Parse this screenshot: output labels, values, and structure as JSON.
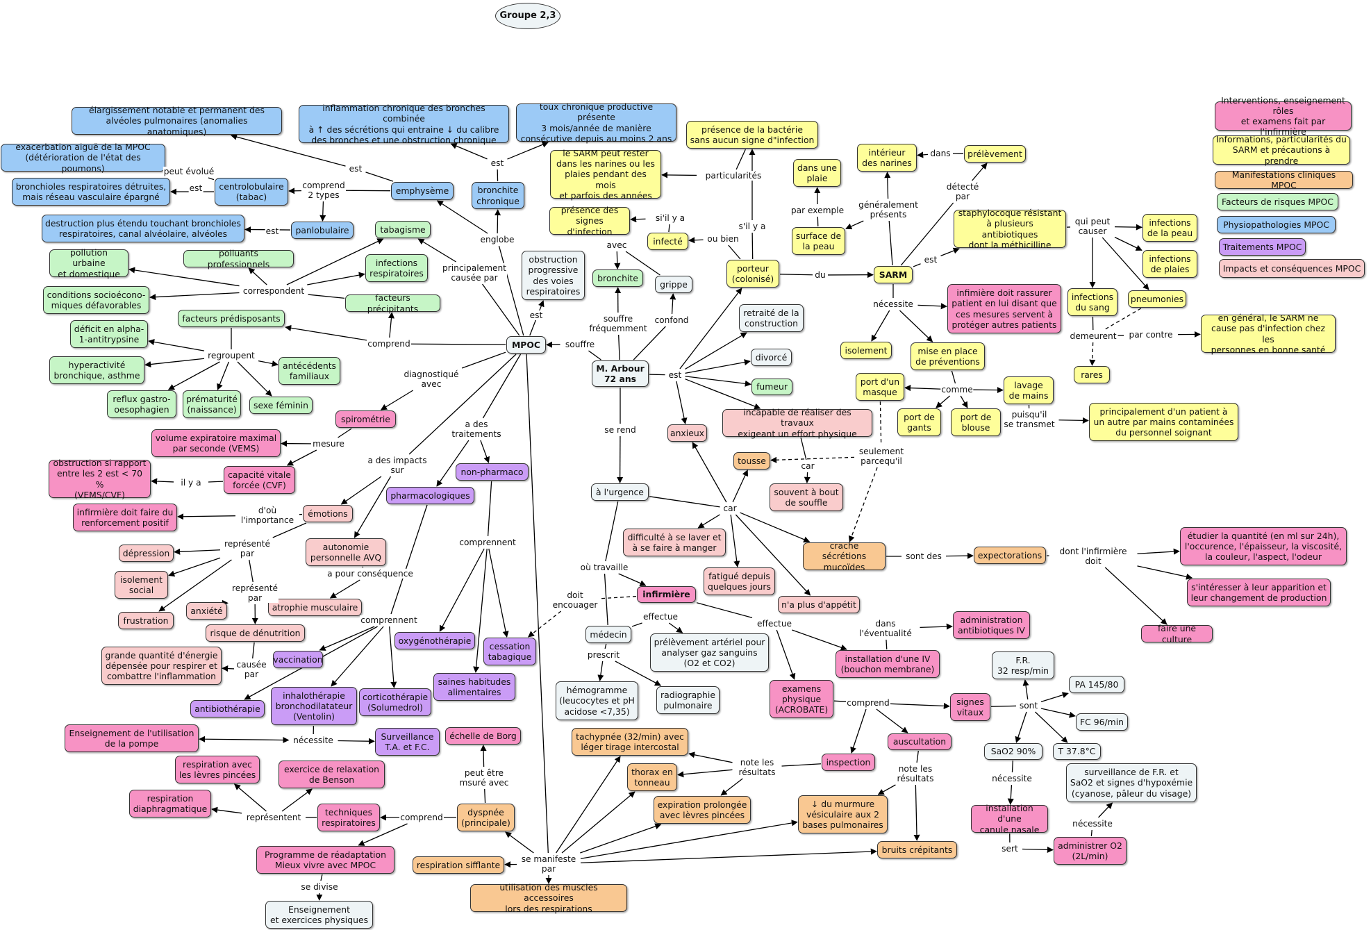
{
  "colors": {
    "blue": "#9ccaf6",
    "green": "#c6f5c6",
    "yellow": "#fefe9a",
    "pink": "#f792c4",
    "lightpink": "#f9cccc",
    "orange": "#f9c892",
    "purple": "#ca9cf6",
    "gray": "#eef4f6",
    "edge": "#000000"
  },
  "nodes": [
    {
      "id": "title",
      "text": "Groupe 2,3",
      "c": "gray",
      "shape": "ellipse",
      "bold": true
    },
    {
      "id": "mpoc",
      "text": "MPOC",
      "c": "gray",
      "bold": true
    },
    {
      "id": "arbour",
      "text": "M. Arbour\n72 ans",
      "c": "gray",
      "bold": true
    },
    {
      "id": "sarm",
      "text": "SARM",
      "c": "yellow",
      "bold": true
    },
    {
      "id": "infirmiere",
      "text": "infirmière",
      "c": "pink",
      "bold": true
    },
    {
      "id": "emphyseme",
      "text": "emphysème",
      "c": "blue"
    },
    {
      "id": "elargissement",
      "text": "élargissement notable et permanent des\nalvéoles pulmonaires (anomalies anatomiques)",
      "c": "blue"
    },
    {
      "id": "exacerbation",
      "text": "exacerbation aiguë de la MPOC\n(détérioration de l'état des poumons)",
      "c": "blue"
    },
    {
      "id": "bronchioles",
      "text": "bronchioles respiratoires détruites,\nmais réseau vasculaire épargné",
      "c": "blue"
    },
    {
      "id": "centrolobulaire",
      "text": "centrolobulaire\n(tabac)",
      "c": "blue"
    },
    {
      "id": "panlobulaire",
      "text": "panlobulaire",
      "c": "blue"
    },
    {
      "id": "destruction",
      "text": "destruction plus étendu touchant bronchioles\nrespiratoires, canal alvéolaire, alvéoles",
      "c": "blue"
    },
    {
      "id": "inflammation",
      "text": "inflammation chronique des bronches combinée\nà ↑ des sécrétions qui entraine ↓ du calibre\ndes bronches et une obstruction chronique",
      "c": "blue"
    },
    {
      "id": "toux",
      "text": "toux chronique productive présente\n3 mois/année de manière\nconsécutive depuis au moins 2 ans",
      "c": "blue"
    },
    {
      "id": "bronchite_chr",
      "text": "bronchite\nchronique",
      "c": "blue"
    },
    {
      "id": "tabagisme",
      "text": "tabagisme",
      "c": "green"
    },
    {
      "id": "pollution",
      "text": "pollution urbaine\net domestique",
      "c": "green"
    },
    {
      "id": "polluants",
      "text": "polluants professionnels",
      "c": "green"
    },
    {
      "id": "infections_resp",
      "text": "infections\nrespiratoires",
      "c": "green"
    },
    {
      "id": "conditions",
      "text": "conditions socioécono-\nmiques défavorables",
      "c": "green"
    },
    {
      "id": "precipitants",
      "text": "facteurs précipitants",
      "c": "green"
    },
    {
      "id": "predisposants",
      "text": "facteurs prédisposants",
      "c": "green"
    },
    {
      "id": "deficit",
      "text": "déficit en alpha-\n1-antitrypsine",
      "c": "green"
    },
    {
      "id": "hyperactivite",
      "text": "hyperactivité\nbronchique, asthme",
      "c": "green"
    },
    {
      "id": "antecedents",
      "text": "antécédents\nfamiliaux",
      "c": "green"
    },
    {
      "id": "reflux",
      "text": "reflux gastro-\noesophagien",
      "c": "green"
    },
    {
      "id": "prematurite",
      "text": "prématurité\n(naissance)",
      "c": "green"
    },
    {
      "id": "sexe",
      "text": "sexe féminin",
      "c": "green"
    },
    {
      "id": "bronchite",
      "text": "bronchite",
      "c": "green"
    },
    {
      "id": "fumeur",
      "text": "fumeur",
      "c": "green"
    },
    {
      "id": "obstruction_prog",
      "text": "obstruction\nprogressive\ndes voies\nrespiratoires",
      "c": "gray"
    },
    {
      "id": "grippe",
      "text": "grippe",
      "c": "gray"
    },
    {
      "id": "retraite",
      "text": "retraité de la\nconstruction",
      "c": "gray"
    },
    {
      "id": "divorce",
      "text": "divorcé",
      "c": "gray"
    },
    {
      "id": "urgence",
      "text": "à l'urgence",
      "c": "gray"
    },
    {
      "id": "medecin",
      "text": "médecin",
      "c": "gray"
    },
    {
      "id": "prelevement_art",
      "text": "prélèvement artériel pour\nanalyser gaz sanguins\n(O2 et CO2)",
      "c": "gray"
    },
    {
      "id": "hemogramme",
      "text": "hémogramme\n(leucocytes et pH\nacidose <7,35)",
      "c": "gray"
    },
    {
      "id": "radiographie",
      "text": "radiographie\npulmonaire",
      "c": "gray"
    },
    {
      "id": "fr",
      "text": "F.R.\n32 resp/min",
      "c": "gray"
    },
    {
      "id": "pa",
      "text": "PA 145/80",
      "c": "gray"
    },
    {
      "id": "fc",
      "text": "FC 96/min",
      "c": "gray"
    },
    {
      "id": "t",
      "text": "T 37.8°C",
      "c": "gray"
    },
    {
      "id": "sao2",
      "text": "SaO2 90%",
      "c": "gray"
    },
    {
      "id": "surveillance_fr",
      "text": "surveillance de F.R. et\nSaO2 et signes d'hypoxémie\n(cyanose, pâleur du visage)",
      "c": "gray"
    },
    {
      "id": "enseignement_ex",
      "text": "Enseignement\net exercices physiques",
      "c": "gray"
    },
    {
      "id": "presence_bact",
      "text": "présence de la bactérie\nsans aucun signe d\"infection",
      "c": "yellow"
    },
    {
      "id": "sarm_narines",
      "text": "le SARM peut rester\ndans les narines ou les\nplaies pendant des mois\net parfois des années",
      "c": "yellow"
    },
    {
      "id": "presence_signes",
      "text": "présence des\nsignes d'infection",
      "c": "yellow"
    },
    {
      "id": "infecte",
      "text": "infecté",
      "c": "yellow"
    },
    {
      "id": "porteur",
      "text": "porteur\n(colonisé)",
      "c": "yellow"
    },
    {
      "id": "interieur",
      "text": "intérieur\ndes narines",
      "c": "yellow"
    },
    {
      "id": "prelevement",
      "text": "prélèvement",
      "c": "yellow"
    },
    {
      "id": "dans_plaie",
      "text": "dans une\nplaie",
      "c": "yellow"
    },
    {
      "id": "surface_peau",
      "text": "surface de\nla peau",
      "c": "yellow"
    },
    {
      "id": "staphylo",
      "text": "staphylocoque résistant\nà plusieurs antibiotiques\ndont la méthicilline",
      "c": "yellow"
    },
    {
      "id": "inf_peau",
      "text": "infections\nde la peau",
      "c": "yellow"
    },
    {
      "id": "inf_plaies",
      "text": "infections\nde plaies",
      "c": "yellow"
    },
    {
      "id": "inf_sang",
      "text": "infections\ndu sang",
      "c": "yellow"
    },
    {
      "id": "pneumonies",
      "text": "pneumonies",
      "c": "yellow"
    },
    {
      "id": "rares",
      "text": "rares",
      "c": "yellow"
    },
    {
      "id": "en_general",
      "text": "en général, le SARM ne\ncause pas d'infection chez les\npersonnes en bonne santé",
      "c": "yellow"
    },
    {
      "id": "isolement",
      "text": "isolement",
      "c": "yellow"
    },
    {
      "id": "mise_en_place",
      "text": "mise en place\nde préventions",
      "c": "yellow"
    },
    {
      "id": "port_masque",
      "text": "port d'un\nmasque",
      "c": "yellow"
    },
    {
      "id": "lavage",
      "text": "lavage\nde mains",
      "c": "yellow"
    },
    {
      "id": "port_gants",
      "text": "port de\ngants",
      "c": "yellow"
    },
    {
      "id": "port_blouse",
      "text": "port de\nblouse",
      "c": "yellow"
    },
    {
      "id": "principalement",
      "text": "principalement d'un patient à\nun autre par mains contaminées\ndu personnel soignant",
      "c": "yellow"
    },
    {
      "id": "infirmiere_rassurer",
      "text": "infimière doit rassurer\npatient en lui disant que\nces mesures servent à\nprotéger autres patients",
      "c": "pink"
    },
    {
      "id": "spirometrie",
      "text": "spirométrie",
      "c": "pink"
    },
    {
      "id": "vems",
      "text": "volume expiratoire maximal\npar seconde (VEMS)",
      "c": "pink"
    },
    {
      "id": "cvf",
      "text": "capacité vitale\nforcée (CVF)",
      "c": "pink"
    },
    {
      "id": "obstruction_rapport",
      "text": "obstruction si rapport\nentre les 2 est < 70 %\n(VEMS/CVF)",
      "c": "pink"
    },
    {
      "id": "renforcement",
      "text": "infirmière doit faire du\nrenforcement positif",
      "c": "pink"
    },
    {
      "id": "etudier",
      "text": "étudier la quantité (en ml sur 24h),\nl'occurence, l'épaisseur, la viscosité,\nla couleur, l'aspect, l'odeur",
      "c": "pink"
    },
    {
      "id": "sinteresser",
      "text": "s'intéresser à leur apparition et\nleur changement de production",
      "c": "pink"
    },
    {
      "id": "culture",
      "text": "faire une culture",
      "c": "pink"
    },
    {
      "id": "admin_antibio",
      "text": "administration\nantibiotiques IV",
      "c": "pink"
    },
    {
      "id": "installation_iv",
      "text": "installation d'une IV\n(bouchon membrane)",
      "c": "pink"
    },
    {
      "id": "examens",
      "text": "examens\nphysique\n(ACROBATE)",
      "c": "pink"
    },
    {
      "id": "signes_vitaux",
      "text": "signes\nvitaux",
      "c": "pink"
    },
    {
      "id": "auscultation",
      "text": "auscultation",
      "c": "pink"
    },
    {
      "id": "inspection",
      "text": "inspection",
      "c": "pink"
    },
    {
      "id": "canule",
      "text": "installation d'une\ncanule nasale",
      "c": "pink"
    },
    {
      "id": "admin_o2",
      "text": "administrer O2\n(2L/min)",
      "c": "pink"
    },
    {
      "id": "enseignement_pompe",
      "text": "Enseignement de l'utilisation\nde la pompe",
      "c": "pink"
    },
    {
      "id": "resp_levres",
      "text": "respiration avec\nles lèvres pincées",
      "c": "pink"
    },
    {
      "id": "exercice_benson",
      "text": "exercice de relaxation\nde Benson",
      "c": "pink"
    },
    {
      "id": "resp_diaph",
      "text": "respiration\ndiaphragmatique",
      "c": "pink"
    },
    {
      "id": "techniques",
      "text": "techniques\nrespiratoires",
      "c": "pink"
    },
    {
      "id": "programme",
      "text": "Programme de réadaptation\nMieux vivre avec MPOC",
      "c": "pink"
    },
    {
      "id": "echelle_borg",
      "text": "échelle de Borg",
      "c": "pink"
    },
    {
      "id": "emotions",
      "text": "émotions",
      "c": "lightpink"
    },
    {
      "id": "depression",
      "text": "dépression",
      "c": "lightpink"
    },
    {
      "id": "isolement_social",
      "text": "isolement\nsocial",
      "c": "lightpink"
    },
    {
      "id": "anxiete",
      "text": "anxiété",
      "c": "lightpink"
    },
    {
      "id": "frustration",
      "text": "frustration",
      "c": "lightpink"
    },
    {
      "id": "autonomie",
      "text": "autonomie\npersonnelle AVQ",
      "c": "lightpink"
    },
    {
      "id": "atrophie",
      "text": "atrophie musculaire",
      "c": "lightpink"
    },
    {
      "id": "risque_denut",
      "text": "risque de dénutrition",
      "c": "lightpink"
    },
    {
      "id": "grande_quantite",
      "text": "grande quantité d'énergie\ndépensée pour respirer et\ncombattre l'inflammation",
      "c": "lightpink"
    },
    {
      "id": "anxieux",
      "text": "anxieux",
      "c": "lightpink"
    },
    {
      "id": "incapable",
      "text": "incapable de réaliser des travaux\nexigeant un effort physique",
      "c": "lightpink"
    },
    {
      "id": "souvent_bout",
      "text": "souvent à bout\nde souffle",
      "c": "lightpink"
    },
    {
      "id": "difficulte",
      "text": "difficulté à se laver et\nà se faire à manger",
      "c": "lightpink"
    },
    {
      "id": "fatigue",
      "text": "fatigué depuis\nquelques jours",
      "c": "lightpink"
    },
    {
      "id": "nappetit",
      "text": "n'a plus d'appétit",
      "c": "lightpink"
    },
    {
      "id": "tousse",
      "text": "tousse",
      "c": "orange"
    },
    {
      "id": "crache",
      "text": "crache sécrétions\nmucoïdes",
      "c": "orange"
    },
    {
      "id": "expectorations",
      "text": "expectorations",
      "c": "orange"
    },
    {
      "id": "tachypnee",
      "text": "tachypnée (32/min) avec\nléger tirage intercostal",
      "c": "orange"
    },
    {
      "id": "thorax",
      "text": "thorax en\ntonneau",
      "c": "orange"
    },
    {
      "id": "expiration",
      "text": "expiration prolongée\navec lèvres pincées",
      "c": "orange"
    },
    {
      "id": "murmure",
      "text": "↓ du murmure\nvésiculaire aux 2\nbases pulmonaires",
      "c": "orange"
    },
    {
      "id": "crepitants",
      "text": "bruits crépitants",
      "c": "orange"
    },
    {
      "id": "dyspnee",
      "text": "dyspnée\n(principale)",
      "c": "orange"
    },
    {
      "id": "resp_sifflante",
      "text": "respiration sifflante",
      "c": "orange"
    },
    {
      "id": "muscles",
      "text": "utilisation des muscles accessoires\nlors des respirations",
      "c": "orange"
    },
    {
      "id": "nonpharmaco",
      "text": "non-pharmaco",
      "c": "purple"
    },
    {
      "id": "pharmaco",
      "text": "pharmacologiques",
      "c": "purple"
    },
    {
      "id": "oxygeno",
      "text": "oxygénothérapie",
      "c": "purple"
    },
    {
      "id": "cessation",
      "text": "cessation\ntabagique",
      "c": "purple"
    },
    {
      "id": "saines",
      "text": "saines habitudes\nalimentaires",
      "c": "purple"
    },
    {
      "id": "vaccination",
      "text": "vaccination",
      "c": "purple"
    },
    {
      "id": "antibiotherapie",
      "text": "antibiothérapie",
      "c": "purple"
    },
    {
      "id": "inhalo",
      "text": "inhalothérapie\nbronchodilatateur\n(Ventolin)",
      "c": "purple"
    },
    {
      "id": "cortico",
      "text": "corticothérapie\n(Solumedrol)",
      "c": "purple"
    },
    {
      "id": "surveillance_ta",
      "text": "Surveillance\nT.A. et F.C.",
      "c": "purple"
    },
    {
      "id": "leg1",
      "text": "Interventions, enseignement rôles\net examens fait par l'infirmière",
      "c": "pink"
    },
    {
      "id": "leg2",
      "text": "Informations, particularités du\nSARM et précautions à prendre",
      "c": "yellow"
    },
    {
      "id": "leg3",
      "text": "Manifestations cliniques MPOC",
      "c": "orange"
    },
    {
      "id": "leg4",
      "text": "Facteurs de risques MPOC",
      "c": "green"
    },
    {
      "id": "leg5",
      "text": "Physiopathologies MPOC",
      "c": "blue"
    },
    {
      "id": "leg6",
      "text": "Traitements MPOC",
      "c": "purple"
    },
    {
      "id": "leg7",
      "text": "Impacts et conséquences MPOC",
      "c": "lightpink"
    }
  ],
  "labels": [
    {
      "id": "l_est1",
      "text": "est"
    },
    {
      "id": "l_peut",
      "text": "peut évolué"
    },
    {
      "id": "l_est2",
      "text": "est"
    },
    {
      "id": "l_comprend2",
      "text": "comprend\n2 types"
    },
    {
      "id": "l_est3",
      "text": "est"
    },
    {
      "id": "l_est4",
      "text": "est"
    },
    {
      "id": "l_englobe",
      "text": "englobe"
    },
    {
      "id": "l_causee",
      "text": "principalement\ncausée par"
    },
    {
      "id": "l_est5",
      "text": "est"
    },
    {
      "id": "l_correspondent",
      "text": "correspondent"
    },
    {
      "id": "l_regroupent",
      "text": "regroupent"
    },
    {
      "id": "l_comprend_fac",
      "text": "comprend"
    },
    {
      "id": "l_souffre",
      "text": "souffre"
    },
    {
      "id": "l_souffre_freq",
      "text": "souffre\nfréquemment"
    },
    {
      "id": "l_avec",
      "text": "avec"
    },
    {
      "id": "l_confond",
      "text": "confond"
    },
    {
      "id": "l_silya1",
      "text": "si'il y a"
    },
    {
      "id": "l_oubien",
      "text": "ou bien"
    },
    {
      "id": "l_silya2",
      "text": "s'il y a"
    },
    {
      "id": "l_partic",
      "text": "particularités"
    },
    {
      "id": "l_du",
      "text": "du"
    },
    {
      "id": "l_gen",
      "text": "généralement\nprésents"
    },
    {
      "id": "l_dans",
      "text": "dans"
    },
    {
      "id": "l_detecte",
      "text": "détecté\npar"
    },
    {
      "id": "l_parex",
      "text": "par exemple"
    },
    {
      "id": "l_est_sarm",
      "text": "est"
    },
    {
      "id": "l_quipeut",
      "text": "qui peut\ncauser"
    },
    {
      "id": "l_necessite_sarm",
      "text": "nécessite"
    },
    {
      "id": "l_demeurent",
      "text": "demeurent"
    },
    {
      "id": "l_parcontre",
      "text": "par contre"
    },
    {
      "id": "l_comme",
      "text": "comme"
    },
    {
      "id": "l_puisquil",
      "text": "puisqu'il\nse transmet"
    },
    {
      "id": "l_seulement",
      "text": "seulement\nparcequ'il"
    },
    {
      "id": "l_est_arbour",
      "text": "est"
    },
    {
      "id": "l_car1",
      "text": "car"
    },
    {
      "id": "l_car2",
      "text": "car"
    },
    {
      "id": "l_serend",
      "text": "se rend"
    },
    {
      "id": "l_ou_travaille",
      "text": "où travaille"
    },
    {
      "id": "l_doit_enc",
      "text": "doit\nencouager"
    },
    {
      "id": "l_effectue1",
      "text": "effectue"
    },
    {
      "id": "l_effectue2",
      "text": "effectue"
    },
    {
      "id": "l_prescrit",
      "text": "prescrit"
    },
    {
      "id": "l_dans_ev",
      "text": "dans\nl'éventualité"
    },
    {
      "id": "l_sontdes",
      "text": "sont des"
    },
    {
      "id": "l_dontinf",
      "text": "dont l'infirmière\ndoit"
    },
    {
      "id": "l_comprend_ex",
      "text": "comprend"
    },
    {
      "id": "l_sont",
      "text": "sont"
    },
    {
      "id": "l_necessite_sa",
      "text": "nécessite"
    },
    {
      "id": "l_sert",
      "text": "sert"
    },
    {
      "id": "l_necessite_o2",
      "text": "nécessite"
    },
    {
      "id": "l_noteres1",
      "text": "note les\nrésultats"
    },
    {
      "id": "l_noteres2",
      "text": "note les\nrésultats"
    },
    {
      "id": "l_diag",
      "text": "diagnostiqué\navec"
    },
    {
      "id": "l_mesure",
      "text": "mesure"
    },
    {
      "id": "l_ilya",
      "text": "il y a"
    },
    {
      "id": "l_impacts",
      "text": "a des impacts\nsur"
    },
    {
      "id": "l_traitements",
      "text": "a des\ntraitements"
    },
    {
      "id": "l_dou",
      "text": "d'où\nl'importance"
    },
    {
      "id": "l_represente1",
      "text": "représenté\npar"
    },
    {
      "id": "l_represente2",
      "text": "représenté\npar"
    },
    {
      "id": "l_apour",
      "text": "a pour conséquence"
    },
    {
      "id": "l_causee2",
      "text": "causée\npar"
    },
    {
      "id": "l_comprennent1",
      "text": "comprennent"
    },
    {
      "id": "l_comprennent2",
      "text": "comprennent"
    },
    {
      "id": "l_necessite_ph",
      "text": "nécessite"
    },
    {
      "id": "l_peutetre",
      "text": "peut être\nmsuré avec"
    },
    {
      "id": "l_comprend_dys",
      "text": "comprend"
    },
    {
      "id": "l_representent",
      "text": "représentent"
    },
    {
      "id": "l_sedivise",
      "text": "se divise"
    },
    {
      "id": "l_semanifeste",
      "text": "se manifeste\npar"
    }
  ]
}
